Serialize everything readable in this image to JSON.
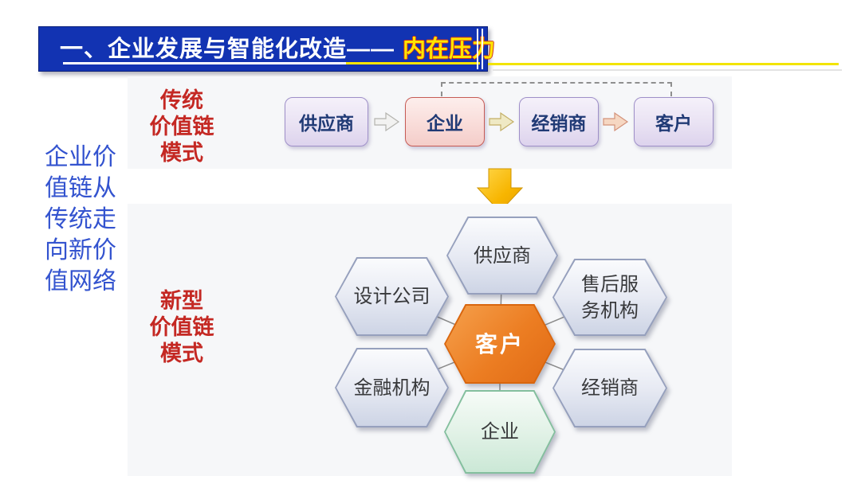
{
  "title": {
    "prefix": "一、企业发展与智能化改造——",
    "highlight": "内在压力"
  },
  "side_note": "企业价\n值链从\n传统走\n向新价\n值网络",
  "traditional": {
    "label": "传统\n价值链\n模式",
    "chain": [
      "供应商",
      "企业",
      "经销商",
      "客户"
    ]
  },
  "network": {
    "label": "新型\n价值链\n模式",
    "center": "客户",
    "nodes": {
      "top": "供应商",
      "top_left": "设计公司",
      "top_right": "售后服\n务机构",
      "bottom_left": "金融机构",
      "bottom_right": "经销商",
      "bottom": "企业"
    }
  },
  "icons": {
    "flow_arrows": [
      "block-arrow-right-gray",
      "block-arrow-right-yellow",
      "block-arrow-right-salmon"
    ],
    "transform_arrow": "block-arrow-down-gold"
  },
  "colors": {
    "title_bar_blue": "#1233b2",
    "title_text": "#ffffff",
    "title_highlight_yellow": "#ffe600",
    "title_highlight_stroke_red": "#d03020",
    "accent_red": "#c42823",
    "side_note_blue": "#3353cf",
    "panel_bg": "#f6f7f9",
    "chain_lavender": "#ddd3ed",
    "chain_pink": "#f4cdc9",
    "chain_text_navy": "#203a75",
    "hex_bluegray": "#cdd4e5",
    "hex_green": "#cbe8d6",
    "hex_center_orange": "#e8751e",
    "big_arrow_gold": "#f7b500",
    "dashed_connector_gray": "#8f8f8f"
  }
}
